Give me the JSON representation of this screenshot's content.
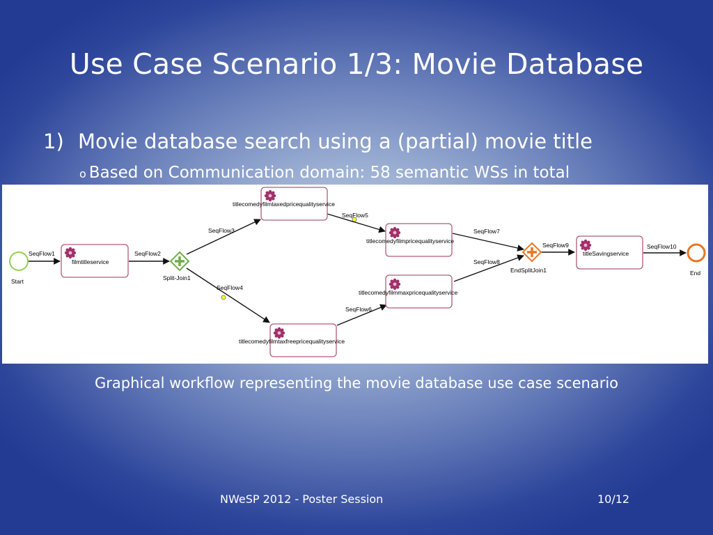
{
  "slide": {
    "title": "Use Case Scenario 1/3: Movie Database",
    "point_number": "1)",
    "point_text": "Movie database search using a (partial) movie title",
    "subpoint_bullet": "o",
    "subpoint_text": "Based on Communication domain: 58 semantic WSs in total",
    "caption": "Graphical workflow representing the movie database use case scenario",
    "footer": "NWeSP 2012 - Poster Session",
    "page": "10/12"
  },
  "workflow": {
    "events": {
      "start": "Start",
      "end": "End"
    },
    "gateways": {
      "split": "Split-Join1",
      "join": "EndSplitJoin1"
    },
    "tasks": {
      "filmtitle": "filmtitleservice",
      "taxed": "titlecomedyfilmtaxedpricequalityservice",
      "price": "titlecomedyfilmpricequalityservice",
      "maxprice": "titlecomedyfilmmaxpricequalityservice",
      "taxfree": "titlecomedyfilmtaxfreepricequalityservice",
      "saving": "titleSavingservice"
    },
    "flows": {
      "f1": "SeqFlow1",
      "f2": "SeqFlow2",
      "f3": "SeqFlow3",
      "f4": "SeqFlow4",
      "f5": "SeqFlow5",
      "f6": "SeqFlow6",
      "f7": "SeqFlow7",
      "f8": "SeqFlow8",
      "f9": "SeqFlow9",
      "f10": "SeqFlow10"
    },
    "colors": {
      "start_event": "#92d050",
      "end_event": "#e87722",
      "split_gateway": "#70ad47",
      "join_gateway": "#e87722",
      "task_border": "#b05a7a",
      "task_icon": "#a0306a"
    }
  }
}
